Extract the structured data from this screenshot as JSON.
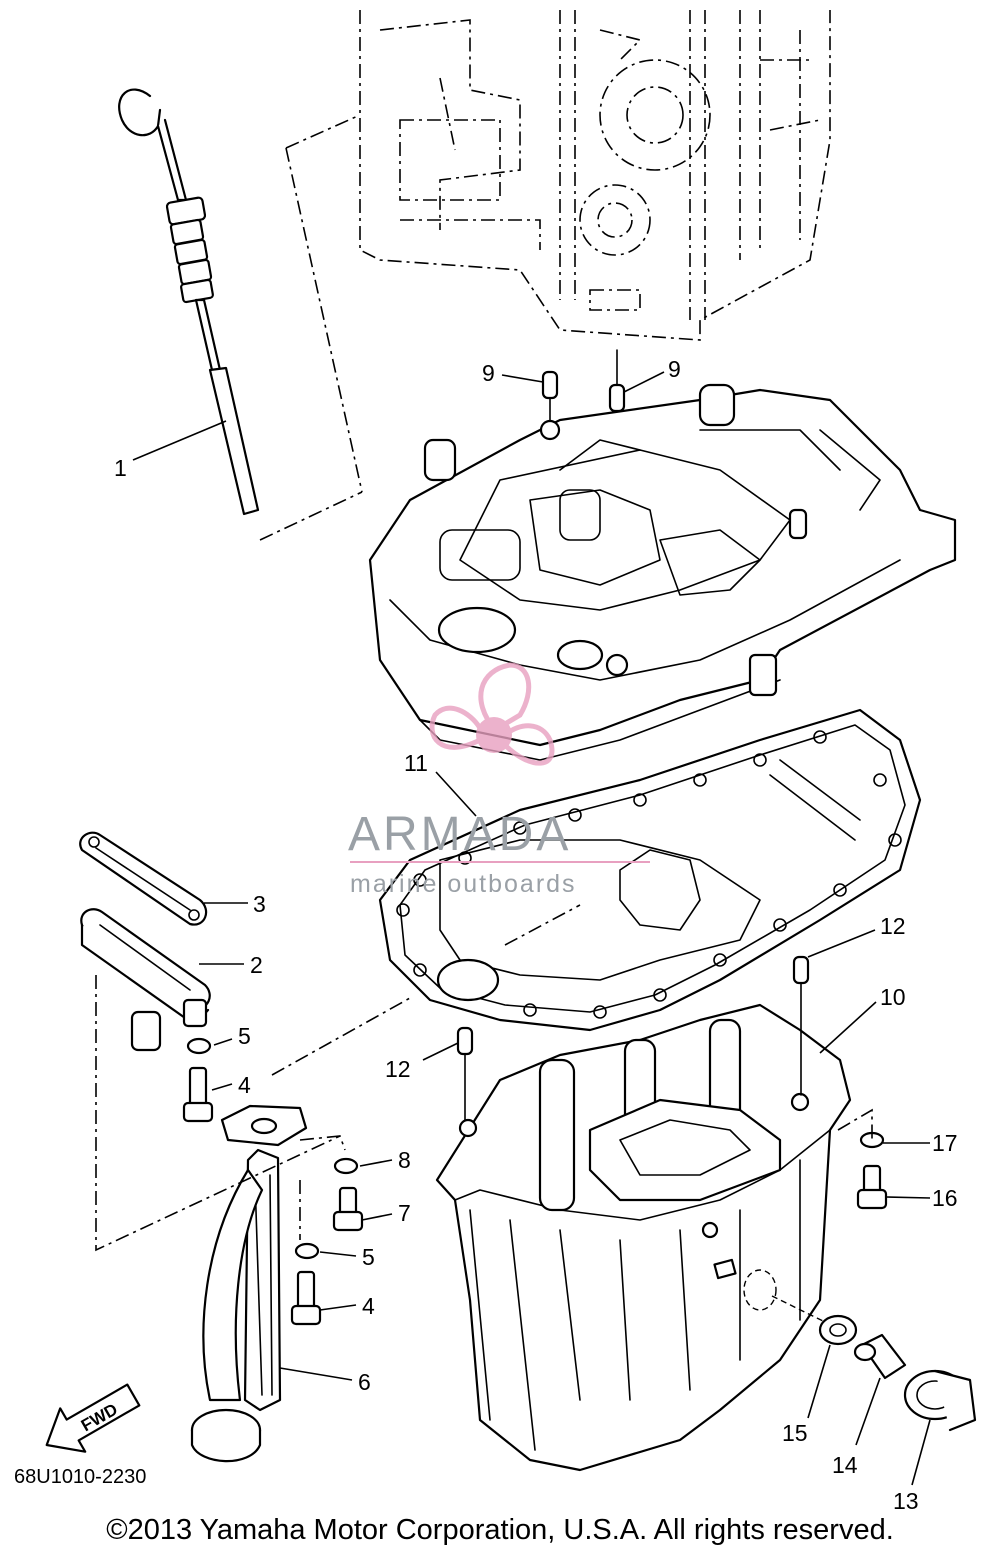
{
  "diagram": {
    "part_numbers": [
      "1",
      "2",
      "3",
      "4",
      "4",
      "5",
      "5",
      "6",
      "7",
      "8",
      "9",
      "9",
      "10",
      "11",
      "12",
      "12",
      "13",
      "14",
      "15",
      "16",
      "17"
    ],
    "fwd_label": "FWD",
    "reference_code": "68U1010-2230",
    "copyright": "©2013 Yamaha Motor Corporation, U.S.A. All rights reserved."
  },
  "watermark": {
    "brand": "ARMADA",
    "tagline": "marine outboards",
    "accent_color": "#e8a0c0",
    "text_color": "#9aa0a6"
  }
}
